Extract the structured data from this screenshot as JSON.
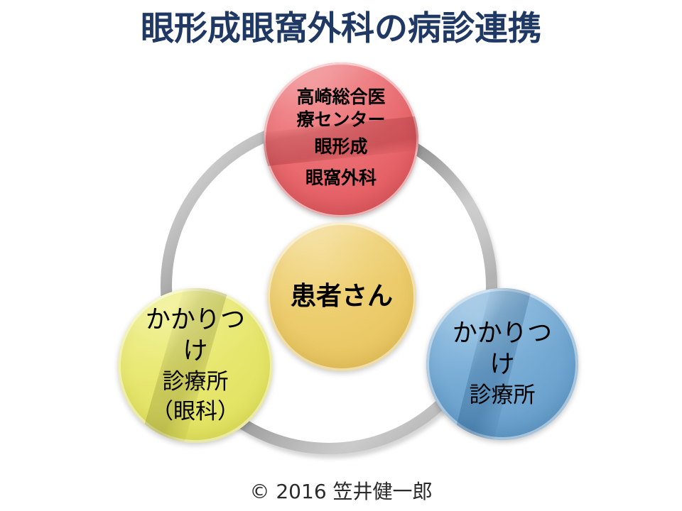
{
  "title": "眼形成眼窩外科の病診連携",
  "footer": "© 2016 笠井健一郎",
  "colors": {
    "title": "#1F3864",
    "ring": "#9E9E9E",
    "hospital": "#E9696C",
    "patient": "#EBCB67",
    "clinic_eye": "#E8E86A",
    "clinic": "#69A0CB",
    "background": "#FFFFFF",
    "text": "#000000"
  },
  "diagram": {
    "type": "cycle-relationship",
    "ring_label": "connecting-ring",
    "center": {
      "id": "patient",
      "label": "患者さん",
      "color": "#EBCB67"
    },
    "nodes": [
      {
        "id": "hospital",
        "position": "top",
        "color": "#E9696C",
        "lines": [
          "高崎総合医",
          "療センター",
          "眼形成",
          "眼窩外科"
        ]
      },
      {
        "id": "clinic-eye",
        "position": "bottom-left",
        "color": "#E8E86A",
        "lines": [
          "かかりつ",
          "け",
          "診療所",
          "（眼科）"
        ]
      },
      {
        "id": "clinic",
        "position": "bottom-right",
        "color": "#69A0CB",
        "lines": [
          "かかりつ",
          "け",
          "診療所"
        ]
      }
    ]
  }
}
